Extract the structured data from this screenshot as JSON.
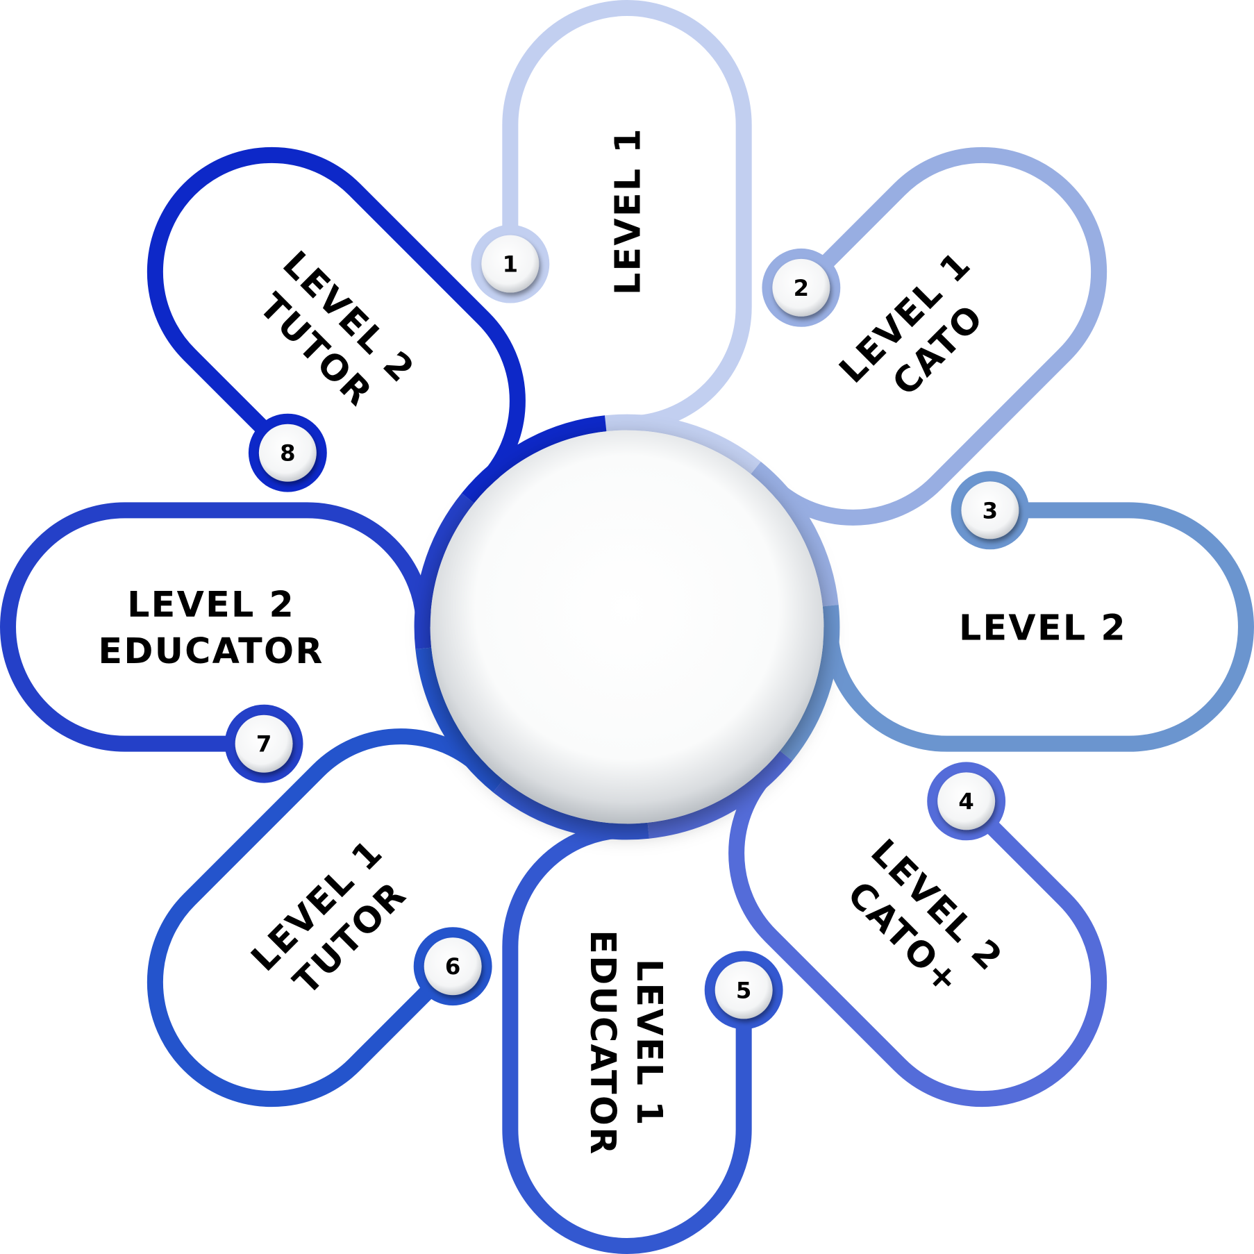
{
  "petals": [
    {
      "number": "1",
      "lines": [
        "LEVEL 1"
      ],
      "color": "#c2cff0"
    },
    {
      "number": "2",
      "lines": [
        "LEVEL 1",
        "CATO"
      ],
      "color": "#98aee2"
    },
    {
      "number": "3",
      "lines": [
        "LEVEL 2"
      ],
      "color": "#6b95cf"
    },
    {
      "number": "4",
      "lines": [
        "LEVEL 2",
        "CATO+"
      ],
      "color": "#546cd9"
    },
    {
      "number": "5",
      "lines": [
        "LEVEL 1",
        "EDUCATOR"
      ],
      "color": "#3358d0"
    },
    {
      "number": "6",
      "lines": [
        "LEVEL 1",
        "TUTOR"
      ],
      "color": "#2454cc"
    },
    {
      "number": "7",
      "lines": [
        "LEVEL 2",
        "EDUCATOR"
      ],
      "color": "#2440c8"
    },
    {
      "number": "8",
      "lines": [
        "LEVEL 2",
        "TUTOR"
      ],
      "color": "#0d28c8"
    }
  ]
}
